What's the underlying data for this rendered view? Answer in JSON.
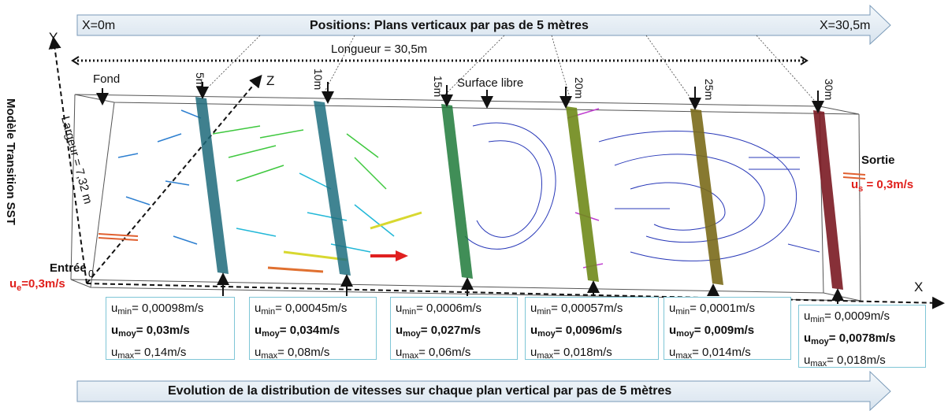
{
  "top_banner": {
    "left_label": "X=0m",
    "title": "Positions: Plans verticaux par pas de 5 mètres",
    "right_label": "X=30,5m"
  },
  "length_label": "Longueur = 30,5m",
  "width_label": "Largeur = 7,32 m",
  "side_title": "Modèle Transition SST",
  "axes": {
    "y": "Y",
    "z": "Z",
    "x": "X",
    "origin": "0"
  },
  "labels": {
    "bottom": "Fond",
    "surface": "Surface libre"
  },
  "inlet": {
    "label": "Entrée",
    "velocity_prefix": "u",
    "velocity_sub": "e",
    "velocity_value": "=0,3m/s"
  },
  "outlet": {
    "label": "Sortie",
    "velocity_prefix": "u",
    "velocity_sub": "s",
    "velocity_value": " = 0,3m/s"
  },
  "planes": [
    {
      "label": "5m",
      "color": "#1d6a7a"
    },
    {
      "label": "10m",
      "color": "#1f6f7f"
    },
    {
      "label": "15m",
      "color": "#1e7a3a"
    },
    {
      "label": "20m",
      "color": "#6f8a1a"
    },
    {
      "label": "25m",
      "color": "#7a6a1a"
    },
    {
      "label": "30m",
      "color": "#7a1a22"
    }
  ],
  "stats": [
    {
      "umin": "= 0,00098m/s",
      "umoy": "= 0,03m/s",
      "umax": "= 0,14m/s"
    },
    {
      "umin": "= 0,00045m/s",
      "umoy": "= 0,034m/s",
      "umax": "= 0,08m/s"
    },
    {
      "umin": "= 0,0006m/s",
      "umoy": "= 0,027m/s",
      "umax": "= 0,06m/s"
    },
    {
      "umin": "= 0,00057m/s",
      "umoy": "= 0,0096m/s",
      "umax": "= 0,018m/s"
    },
    {
      "umin": "= 0,0001m/s",
      "umoy": "= 0,009m/s",
      "umax": "= 0,014m/s"
    },
    {
      "umin": "= 0,0009m/s",
      "umoy": "= 0,0078m/s",
      "umax": "= 0,018m/s"
    }
  ],
  "stat_labels": {
    "u": "u",
    "min": "min",
    "moy": "moy",
    "max": "max"
  },
  "bottom_banner": {
    "title": "Evolution de la distribution de vitesses  sur chaque plan vertical par pas de 5 mètres"
  }
}
